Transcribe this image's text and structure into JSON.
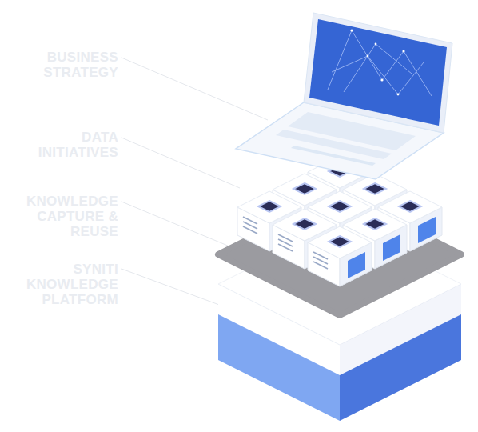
{
  "diagram": {
    "labels": [
      "BUSINESS STRATEGY",
      "DATA INITIATIVES",
      "KNOWLEDGE CAPTURE & REUSE",
      "SYNITI KNOWLEDGE PLATFORM"
    ]
  }
}
